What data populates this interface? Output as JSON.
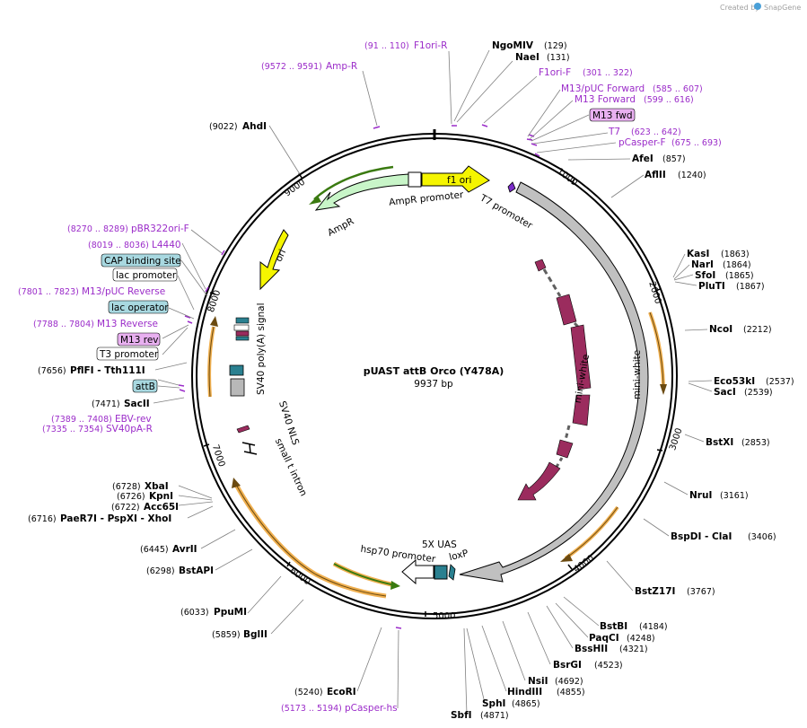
{
  "credit": "Created by",
  "brand": "SnapGene",
  "plasmid": {
    "name": "pUAST attB Orco (Y478A)",
    "length": "9937 bp"
  },
  "ticks": [
    "1000",
    "2000",
    "3000",
    "4000",
    "5000",
    "6000",
    "7000",
    "8000",
    "9000"
  ],
  "enzymes": [
    {
      "name": "NgoMIV",
      "pos": "(129)"
    },
    {
      "name": "NaeI",
      "pos": "(131)"
    },
    {
      "name": "AfeI",
      "pos": "(857)"
    },
    {
      "name": "AflII",
      "pos": "(1240)"
    },
    {
      "name": "KasI",
      "pos": "(1863)"
    },
    {
      "name": "NarI",
      "pos": "(1864)"
    },
    {
      "name": "SfoI",
      "pos": "(1865)"
    },
    {
      "name": "PluTI",
      "pos": "(1867)"
    },
    {
      "name": "NcoI",
      "pos": "(2212)"
    },
    {
      "name": "Eco53kI",
      "pos": "(2537)"
    },
    {
      "name": "SacI",
      "pos": "(2539)"
    },
    {
      "name": "BstXI",
      "pos": "(2853)"
    },
    {
      "name": "NruI",
      "pos": "(3161)"
    },
    {
      "name": "BspDI - ClaI",
      "pos": "(3406)"
    },
    {
      "name": "BstZ17I",
      "pos": "(3767)"
    },
    {
      "name": "BstBI",
      "pos": "(4184)"
    },
    {
      "name": "PaqCI",
      "pos": "(4248)"
    },
    {
      "name": "BssHII",
      "pos": "(4321)"
    },
    {
      "name": "BsrGI",
      "pos": "(4523)"
    },
    {
      "name": "NsiI",
      "pos": "(4692)"
    },
    {
      "name": "HindIII",
      "pos": "(4855)"
    },
    {
      "name": "SphI",
      "pos": "(4865)"
    },
    {
      "name": "SbfI",
      "pos": "(4871)"
    },
    {
      "name": "EcoRI",
      "pos": "(5240)"
    },
    {
      "name": "BglII",
      "pos": "(5859)"
    },
    {
      "name": "PpuMI",
      "pos": "(6033)"
    },
    {
      "name": "BstAPI",
      "pos": "(6298)"
    },
    {
      "name": "AvrII",
      "pos": "(6445)"
    },
    {
      "name": "PaeR7I - PspXI - XhoI",
      "pos": "(6716)"
    },
    {
      "name": "Acc65I",
      "pos": "(6722)"
    },
    {
      "name": "KpnI",
      "pos": "(6726)"
    },
    {
      "name": "XbaI",
      "pos": "(6728)"
    },
    {
      "name": "SacII",
      "pos": "(7471)"
    },
    {
      "name": "PflFI - Tth111I",
      "pos": "(7656)"
    },
    {
      "name": "AhdI",
      "pos": "(9022)"
    }
  ],
  "primers": [
    {
      "name": "F1ori-R",
      "pos": "(91 .. 110)"
    },
    {
      "name": "Amp-R",
      "pos": "(9572 .. 9591)"
    },
    {
      "name": "F1ori-F",
      "pos": "(301 .. 322)"
    },
    {
      "name": "M13/pUC Forward",
      "pos": "(585 .. 607)"
    },
    {
      "name": "M13 Forward",
      "pos": "(599 .. 616)"
    },
    {
      "name": "T7",
      "pos": "(623 .. 642)"
    },
    {
      "name": "pCasper-F",
      "pos": "(675 .. 693)"
    },
    {
      "name": "pBR322ori-F",
      "pos": "(8270 .. 8289)"
    },
    {
      "name": "L4440",
      "pos": "(8019 .. 8036)"
    },
    {
      "name": "M13/pUC Reverse",
      "pos": "(7801 .. 7823)"
    },
    {
      "name": "M13 Reverse",
      "pos": "(7788 .. 7804)"
    },
    {
      "name": "EBV-rev",
      "pos": "(7389 .. 7408)"
    },
    {
      "name": "SV40pA-R",
      "pos": "(7335 .. 7354)"
    },
    {
      "name": "pCasper-hs",
      "pos": "(5173 .. 5194)"
    }
  ],
  "boxed_features": [
    "M13 fwd",
    "CAP binding site",
    "lac promoter",
    "lac operator",
    "M13 rev",
    "T3 promoter",
    "attB"
  ],
  "features": [
    "f1 ori",
    "AmpR promoter",
    "AmpR",
    "ori",
    "T7 promoter",
    "mini-white",
    "mini-white",
    "SV40 poly(A) signal",
    "SV40 NLS",
    "small t intron",
    "hsp70 promoter",
    "5X UAS",
    "loxP"
  ],
  "colors": {
    "primer": "#9b2cc9",
    "ori": "#f5f500",
    "ampr": "#c8f5c8",
    "miniwhite": "#9b2c5e",
    "backbone": "#c0c0c0",
    "orange": "#f0b050",
    "teal": "#2a8090"
  }
}
